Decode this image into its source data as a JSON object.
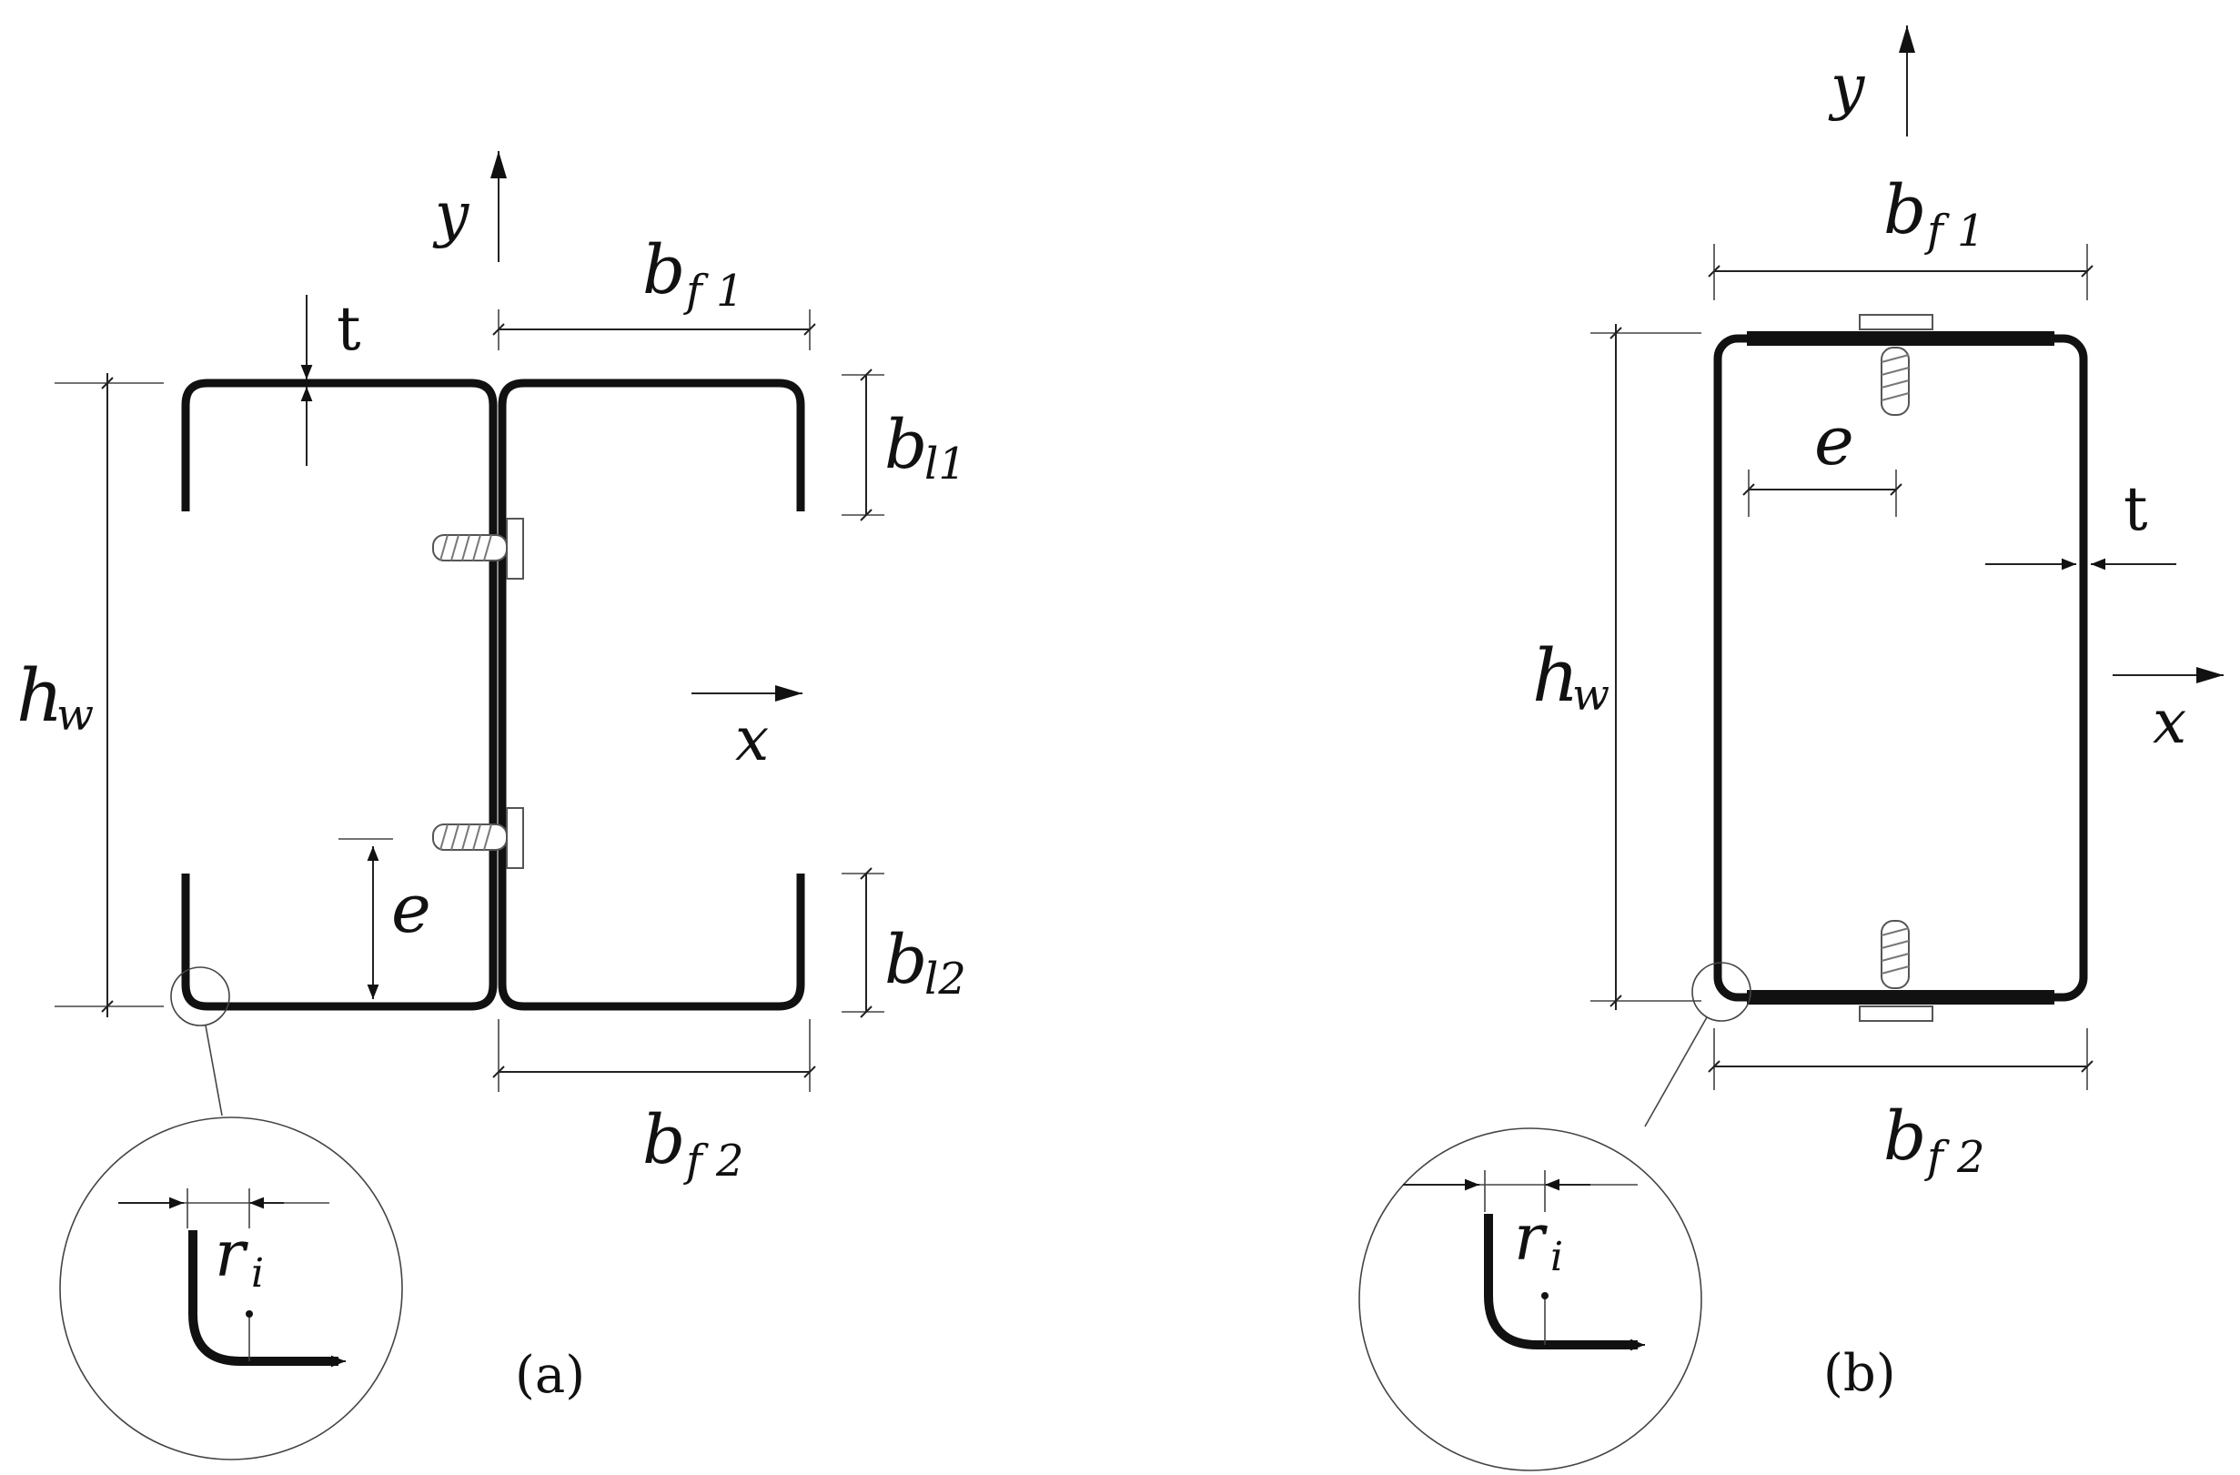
{
  "panels": {
    "a": {
      "caption": "(a)",
      "labels": {
        "y": "y",
        "x": "x",
        "t": "t",
        "bf1_main": "b",
        "bf1_sub": "f 1",
        "bf2_main": "b",
        "bf2_sub": "f 2",
        "bl1_main": "b",
        "bl1_sub": "l1",
        "bl2_main": "b",
        "bl2_sub": "l2",
        "hw_main": "h",
        "hw_sub": "w",
        "e": "e",
        "ri_main": "r",
        "ri_sub": "i"
      }
    },
    "b": {
      "caption": "(b)",
      "labels": {
        "y": "y",
        "x": "x",
        "t": "t",
        "bf1_main": "b",
        "bf1_sub": "f 1",
        "bf2_main": "b",
        "bf2_sub": "f 2",
        "hw_main": "h",
        "hw_sub": "w",
        "e": "e",
        "ri_main": "r",
        "ri_sub": "i"
      }
    }
  }
}
